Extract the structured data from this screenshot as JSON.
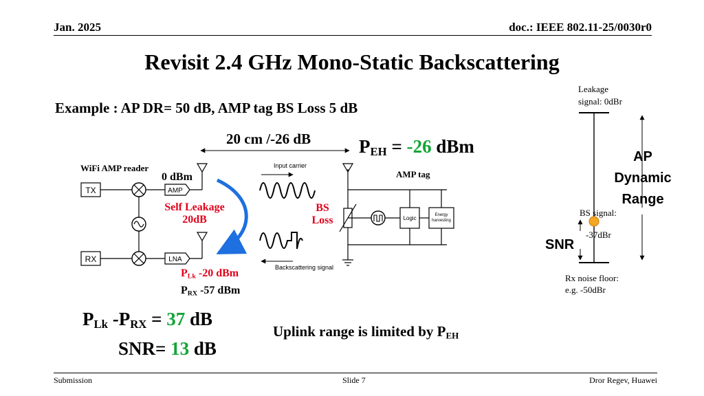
{
  "header": {
    "date": "Jan. 2025",
    "doc": "doc.: IEEE 802.11-25/0030r0"
  },
  "title": "Revisit 2.4 GHz Mono-Static Backscattering",
  "example": "Example : AP DR= 50 dB, AMP tag BS Loss 5 dB",
  "distance": "20 cm /-26 dB",
  "peh": {
    "p": "P",
    "sub": "EH",
    "eq": " = ",
    "value": "-26",
    "unit": " dBm"
  },
  "diagram": {
    "reader_label": "WiFi AMP reader",
    "tx": "TX",
    "rx": "RX",
    "amp": "AMP",
    "lna": "LNA",
    "power_0": "0 dBm",
    "self_leakage_1": "Self Leakage",
    "self_leakage_2": "20dB",
    "plk": {
      "p": "P",
      "sub": "Lk",
      "value": " -20 dBm"
    },
    "prx": {
      "p": "P",
      "sub": "RX",
      "value": " -57 dBm"
    },
    "input_carrier": "Input carrier",
    "backscattering_signal": "Backscattering signal",
    "bs_loss_1": "BS",
    "bs_loss_2": "Loss",
    "amp_tag": "AMP tag",
    "logic": "Logic",
    "energy_1": "Energy",
    "energy_2": "harvesting"
  },
  "plk_prx": {
    "p1": "P",
    "s1": "Lk",
    "mid": " -P",
    "s2": "RX",
    "eq": " = ",
    "value": "37",
    "unit": " dB"
  },
  "snr_line": {
    "label": "SNR= ",
    "value": "13",
    "unit": " dB"
  },
  "uplink": {
    "text": "Uplink range is limited by P",
    "sub": "EH"
  },
  "range_panel": {
    "leakage_1": "Leakage",
    "leakage_2": "signal: 0dBr",
    "ap_1": "AP",
    "ap_2": "Dynamic",
    "ap_3": "Range",
    "bs_signal": "BS signal:",
    "bs_value": "-37dBr",
    "snr": "SNR",
    "floor_1": "Rx noise floor:",
    "floor_2": "e.g. -50dBr"
  },
  "colors": {
    "red": "#e0001b",
    "green": "#13a538",
    "dot": "#f5a623"
  },
  "footer": {
    "left": "Submission",
    "center": "Slide 7",
    "right": "Dror Regev, Huawei"
  }
}
